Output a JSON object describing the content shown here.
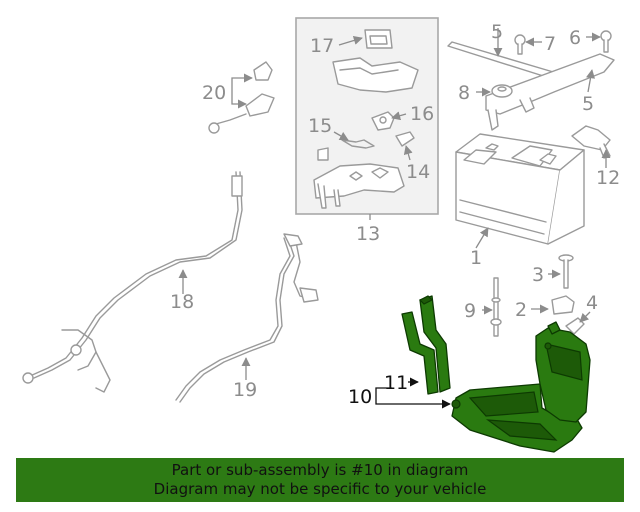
{
  "labels": {
    "n1": "1",
    "n2": "2",
    "n3": "3",
    "n4": "4",
    "n5a": "5",
    "n5b": "5",
    "n6": "6",
    "n7": "7",
    "n8": "8",
    "n9": "9",
    "n10": "10",
    "n11": "11",
    "n12": "12",
    "n13": "13",
    "n14": "14",
    "n15": "15",
    "n16": "16",
    "n17": "17",
    "n18": "18",
    "n19": "19",
    "n20": "20"
  },
  "banner": {
    "line1": "Part or sub-assembly is #10 in diagram",
    "line2": "Diagram may not be specific to your vehicle"
  },
  "colors": {
    "highlight": "#2a7a10",
    "banner": "#2d7a14",
    "linework": "#9a9a9a"
  }
}
